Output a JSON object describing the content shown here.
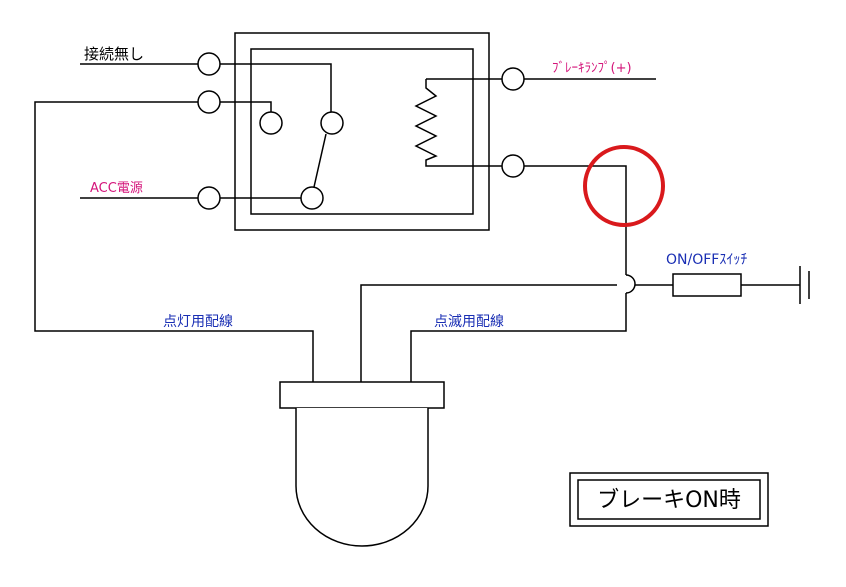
{
  "labels": {
    "no_connection": "接続無し",
    "brake_lamp": "ﾌﾞﾚｰｷﾗﾝﾌﾟ(+)",
    "acc_power": "ACC電源",
    "switch": "ON/OFFｽｲｯﾁ",
    "lighting_wire": "点灯用配線",
    "blink_wire": "点滅用配線",
    "title": "ブレーキON時"
  },
  "colors": {
    "line": "#000000",
    "magenta_label": "#d4147a",
    "blue_label": "#1a2fb4",
    "highlight_circle": "#d9191c"
  }
}
